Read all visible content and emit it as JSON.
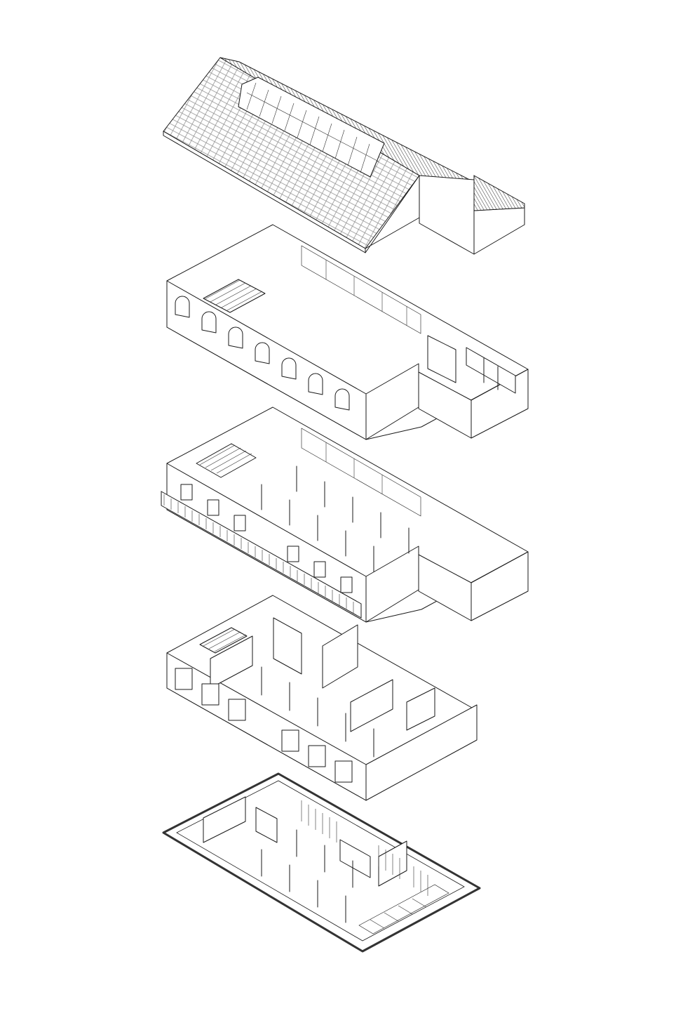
{
  "title": "",
  "drawing": {
    "type": "exploded isometric axonometric",
    "levels": [
      {
        "id": "roof",
        "features": [
          "tiled-pitched-roof",
          "skylight-glazing",
          "rear-annex-roof"
        ]
      },
      {
        "id": "upper-floor",
        "features": [
          "arched-windows",
          "staircase",
          "shelving-wall",
          "service-rooms"
        ]
      },
      {
        "id": "first-floor",
        "features": [
          "balcony-railing",
          "columns",
          "staircase",
          "shelving-wall",
          "service-rooms"
        ]
      },
      {
        "id": "ground-floor",
        "features": [
          "partition-walls",
          "columns",
          "storefront-windows",
          "staircase"
        ]
      },
      {
        "id": "basement",
        "features": [
          "thick-outline",
          "columns",
          "partitions",
          "storage-bays"
        ]
      }
    ]
  },
  "colors": {
    "line": "#1a1a1a",
    "paper": "#ffffff",
    "heavy_outline": "#333333"
  }
}
